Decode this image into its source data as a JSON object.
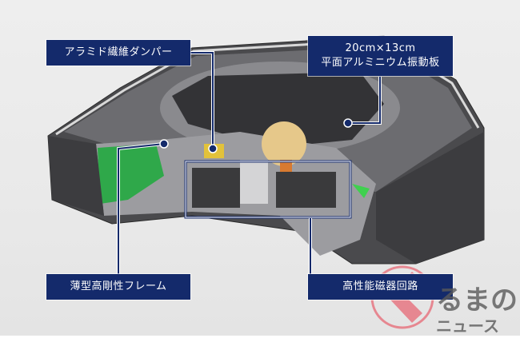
{
  "labels": {
    "damper": "アラミド繊維ダンパー",
    "diaphragm_line1": "20cm×13cm",
    "diaphragm_line2": "平面アルミニウム振動板",
    "frame": "薄型高剛性フレーム",
    "magnet": "高性能磁器回路"
  },
  "watermark": {
    "line1": "るまの",
    "line2": "ニュース"
  },
  "colors": {
    "label_bg": "#142a6b",
    "watermark_logo": "#e84a5a"
  }
}
